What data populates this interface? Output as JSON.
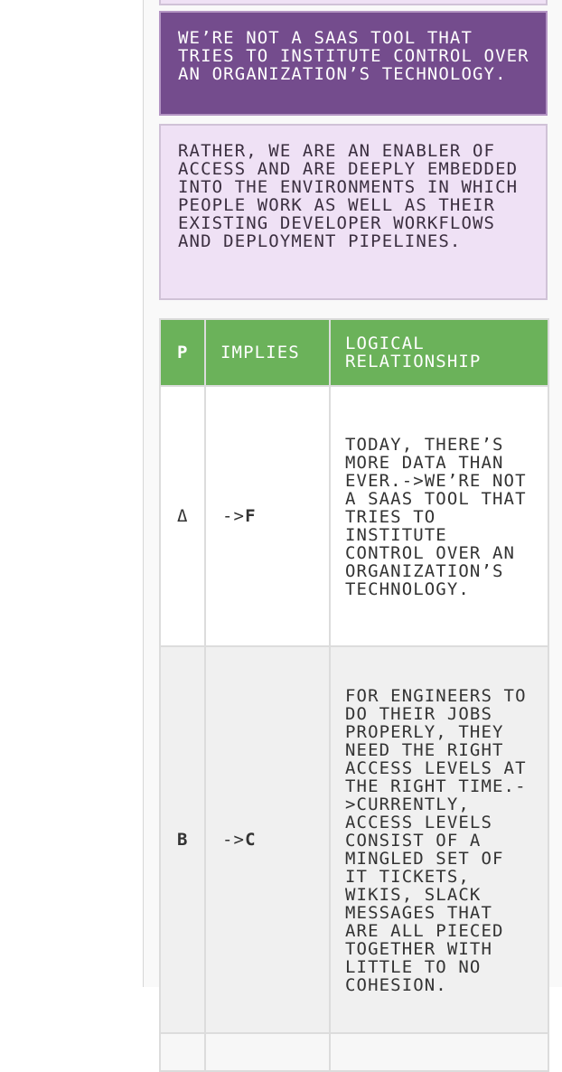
{
  "statements": [
    "We’re not a SaaS tool that tries to institute control over an organization’s technology.",
    "Rather, we are an enabler of access and are deeply embedded into the environments in which people work as well as their existing developer workflows and deployment pipelines."
  ],
  "logic_table": {
    "headers": [
      "P",
      "Implies",
      "Logical relationship"
    ],
    "rows": [
      {
        "symbol": "Δ",
        "implies_prefix": "->",
        "implies_target": "F",
        "relationship": "Today, there’s more data than ever.->We’re not a SaaS tool that tries to institute control over an organization’s technology."
      },
      {
        "symbol": "B",
        "implies_prefix": "->",
        "implies_target": "C",
        "relationship": "For engineers to do their jobs properly, they need the right access levels at the right time.->Currently, access levels consist of a mingled set of IT tickets, wikis, Slack messages that are all pieced together with little to no cohesion."
      }
    ]
  },
  "colors": {
    "purple_box": "#744c8d",
    "lilac_box": "#efe1f5",
    "table_header": "#6bb25a"
  }
}
